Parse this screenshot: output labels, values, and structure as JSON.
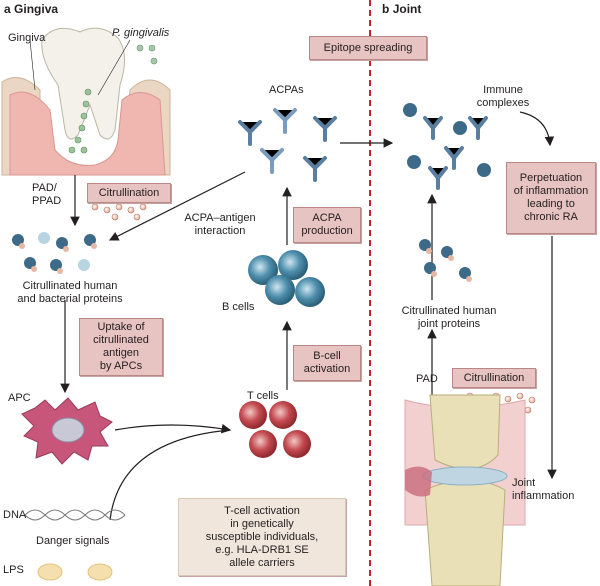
{
  "panel_a": {
    "letter": "a",
    "title": "Gingiva"
  },
  "panel_b": {
    "letter": "b",
    "title": "Joint"
  },
  "labels": {
    "gingiva": "Gingiva",
    "p_gingivalis": "P. gingivalis",
    "pad_ppad_1": "PAD/",
    "pad_ppad_2": "PPAD",
    "citrullination": "Citrullination",
    "acpa_antigen_1": "ACPA–antigen",
    "acpa_antigen_2": "interaction",
    "citrullinated_human_1": "Citrullinated human",
    "citrullinated_human_2": "and bacterial proteins",
    "uptake": [
      "Uptake of",
      "citrullinated",
      "antigen",
      "by APCs"
    ],
    "apc": "APC",
    "dna": "DNA",
    "danger_signals": "Danger signals",
    "lps": "LPS",
    "t_cells": "T cells",
    "b_cells": "B cells",
    "b_cell_activation": [
      "B-cell",
      "activation"
    ],
    "acpa_production": [
      "ACPA",
      "production"
    ],
    "acpas": "ACPAs",
    "epitope_spreading": "Epitope spreading",
    "t_cell_activation": [
      "T-cell activation",
      "in genetically",
      "susceptible individuals,",
      "e.g. HLA-DRB1 SE",
      "allele carriers"
    ],
    "immune_complexes": "Immune complexes",
    "perpetuation": [
      "Perpetuation",
      "of inflammation",
      "leading to",
      "chronic RA"
    ],
    "citrullinated_joint_1": "Citrullinated human",
    "citrullinated_joint_2": "joint proteins",
    "pad": "PAD",
    "citrullination_joint": "Citrullination",
    "joint_inflammation_1": "Joint",
    "joint_inflammation_2": "inflammation"
  },
  "colors": {
    "divider": "#c8232c",
    "box_fill": "#e7c3c1",
    "apc_fill": "#c7567a",
    "t_cell_fill": "#c34a50",
    "b_cell_fill": "#4e8fad",
    "bone": "#e9e0b8"
  }
}
